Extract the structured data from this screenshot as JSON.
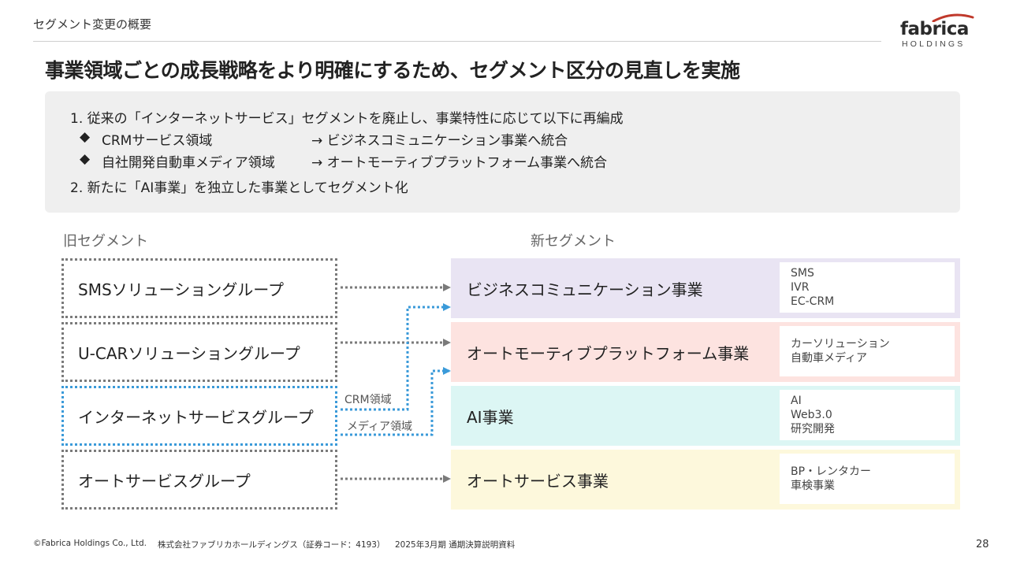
{
  "header": {
    "section_title": "セグメント変更の概要",
    "logo_word": "fabrica",
    "logo_sub": "HOLDINGS"
  },
  "main_heading": "事業領域ごとの成長戦略をより明確にするため、セグメント区分の見直しを実施",
  "summary": {
    "line1": "1. 従来の「インターネットサービス」セグメントを廃止し、事業特性に応じて以下に再編成",
    "bullet1_label": "CRMサービス領域",
    "bullet1_target": "→ ビジネスコミュニケーション事業へ統合",
    "bullet2_label": "自社開発自動車メディア領域",
    "bullet2_target": "→ オートモーティブプラットフォーム事業へ統合",
    "bullet_symbol": "◆",
    "line2": "2. 新たに「AI事業」を独立した事業としてセグメント化"
  },
  "old_segments": {
    "heading": "旧セグメント",
    "items": [
      "SMSソリューショングループ",
      "U-CARソリューショングループ",
      "インターネットサービスグループ",
      "オートサービスグループ"
    ]
  },
  "new_segments": {
    "heading": "新セグメント",
    "items": [
      {
        "label": "ビジネスコミュニケーション事業",
        "details": [
          "SMS",
          "IVR",
          "EC-CRM"
        ],
        "color": "#e9e4f3"
      },
      {
        "label": "オートモーティブプラットフォーム事業",
        "details": [
          "カーソリューション",
          "自動車メディア"
        ],
        "color": "#fde3e0"
      },
      {
        "label": "AI事業",
        "details": [
          "AI",
          "Web3.0",
          "研究開発"
        ],
        "color": "#dcf6f4"
      },
      {
        "label": "オートサービス事業",
        "details": [
          "BP・レンタカー",
          "車検事業"
        ],
        "color": "#fdf8dc"
      }
    ]
  },
  "links": {
    "crm_label": "CRM領域",
    "media_label": "メディア領域"
  },
  "colors": {
    "dotted_gray": "#7a7a7a",
    "dotted_blue": "#3a9ad9",
    "logo_swoosh": "#c0392b"
  },
  "footer": {
    "copyright": "©Fabrica Holdings Co., Ltd.",
    "company": "株式会社ファブリカホールディングス（証券コード：4193）",
    "document": "2025年3月期 通期決算説明資料",
    "page_number": "28"
  }
}
